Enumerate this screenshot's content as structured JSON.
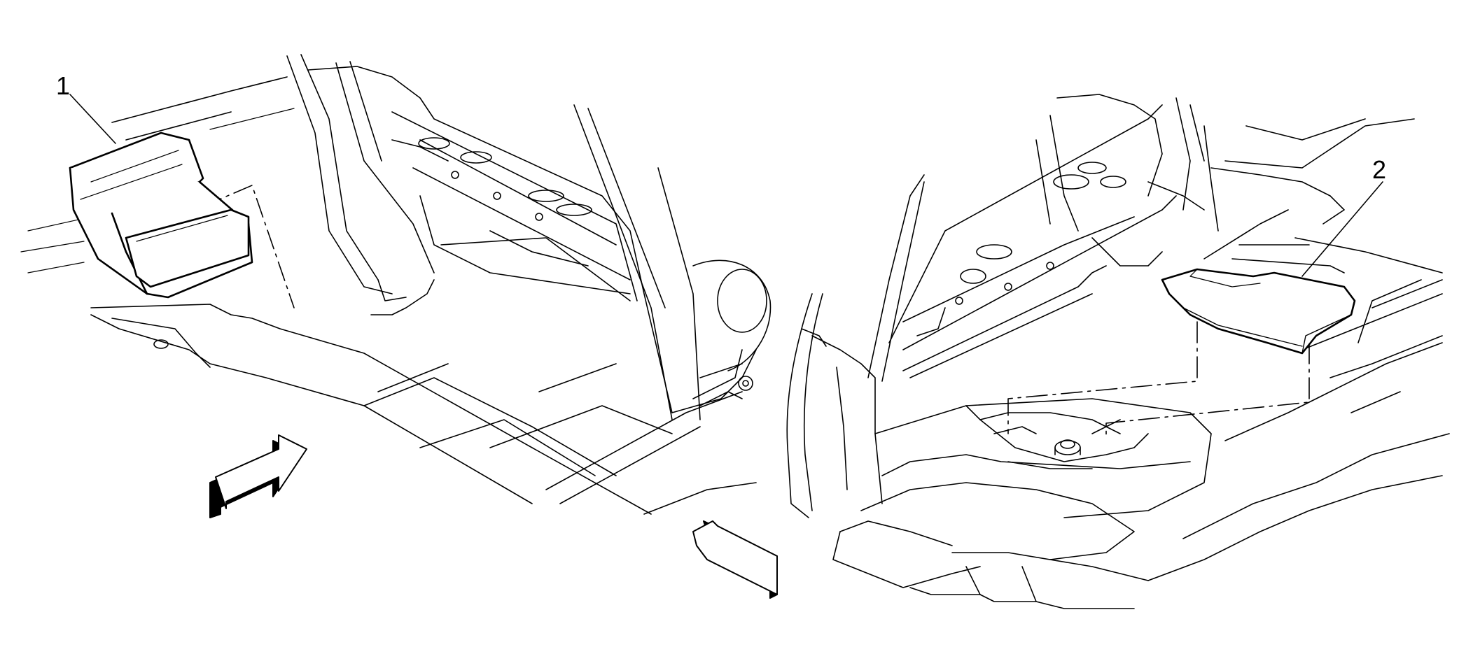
{
  "callouts": [
    {
      "label": "1",
      "part": "left-floor-spacer"
    },
    {
      "label": "2",
      "part": "right-floor-spacer"
    }
  ],
  "colors": {
    "line": "#000000",
    "background": "#ffffff",
    "arrow_shadow": "#000000"
  }
}
